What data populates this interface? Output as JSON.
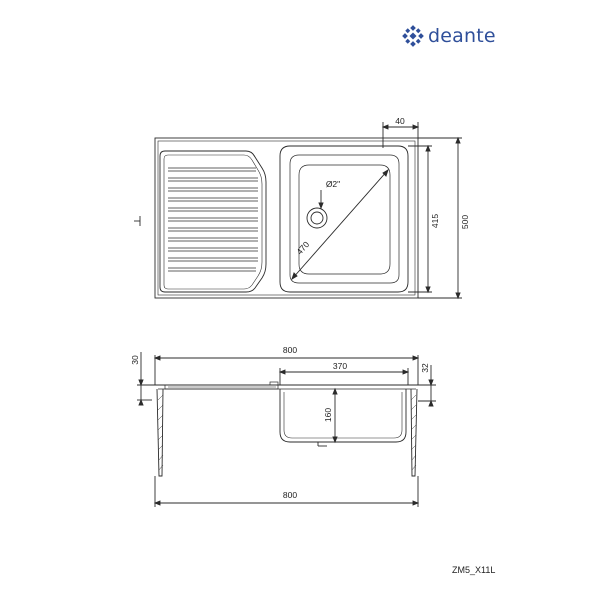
{
  "brand": {
    "name": "deante",
    "color": "#2f4f9a"
  },
  "model": "ZM5_X11L",
  "top_view": {
    "dim_drain_offset": "40",
    "dim_bowl_depth": "415",
    "dim_total_depth": "500",
    "dim_drain_diameter": "Ø2\"",
    "dim_bowl_diagonal": "470"
  },
  "side_view": {
    "dim_total_width_top": "800",
    "dim_bowl_width": "370",
    "dim_rim_height": "30",
    "dim_rim_right": "32",
    "dim_bowl_height": "160",
    "dim_total_width_bottom": "800"
  },
  "colors": {
    "line": "#2b2b2b",
    "brand": "#2f4f9a"
  }
}
